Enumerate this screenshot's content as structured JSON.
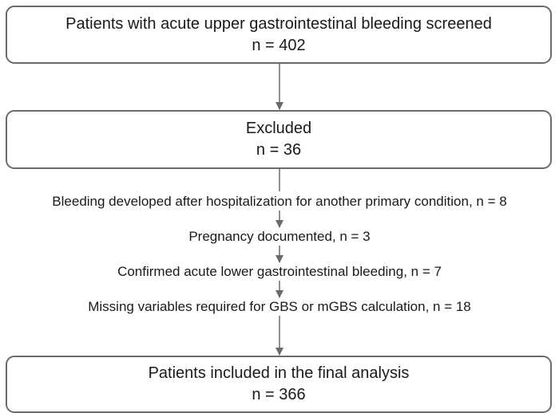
{
  "flowchart": {
    "screened": {
      "label": "Patients with acute upper gastrointestinal bleeding screened",
      "count": "n = 402"
    },
    "excluded": {
      "label": "Excluded",
      "count": "n = 36"
    },
    "exclusion_reasons": [
      "Bleeding developed after hospitalization for another primary condition, n = 8",
      "Pregnancy documented, n = 3",
      "Confirmed acute lower gastrointestinal bleeding, n = 7",
      "Missing variables required for GBS or mGBS calculation, n = 18"
    ],
    "included": {
      "label": "Patients included in the final analysis",
      "count": "n = 366"
    },
    "line_color": "#6b6b6b"
  }
}
